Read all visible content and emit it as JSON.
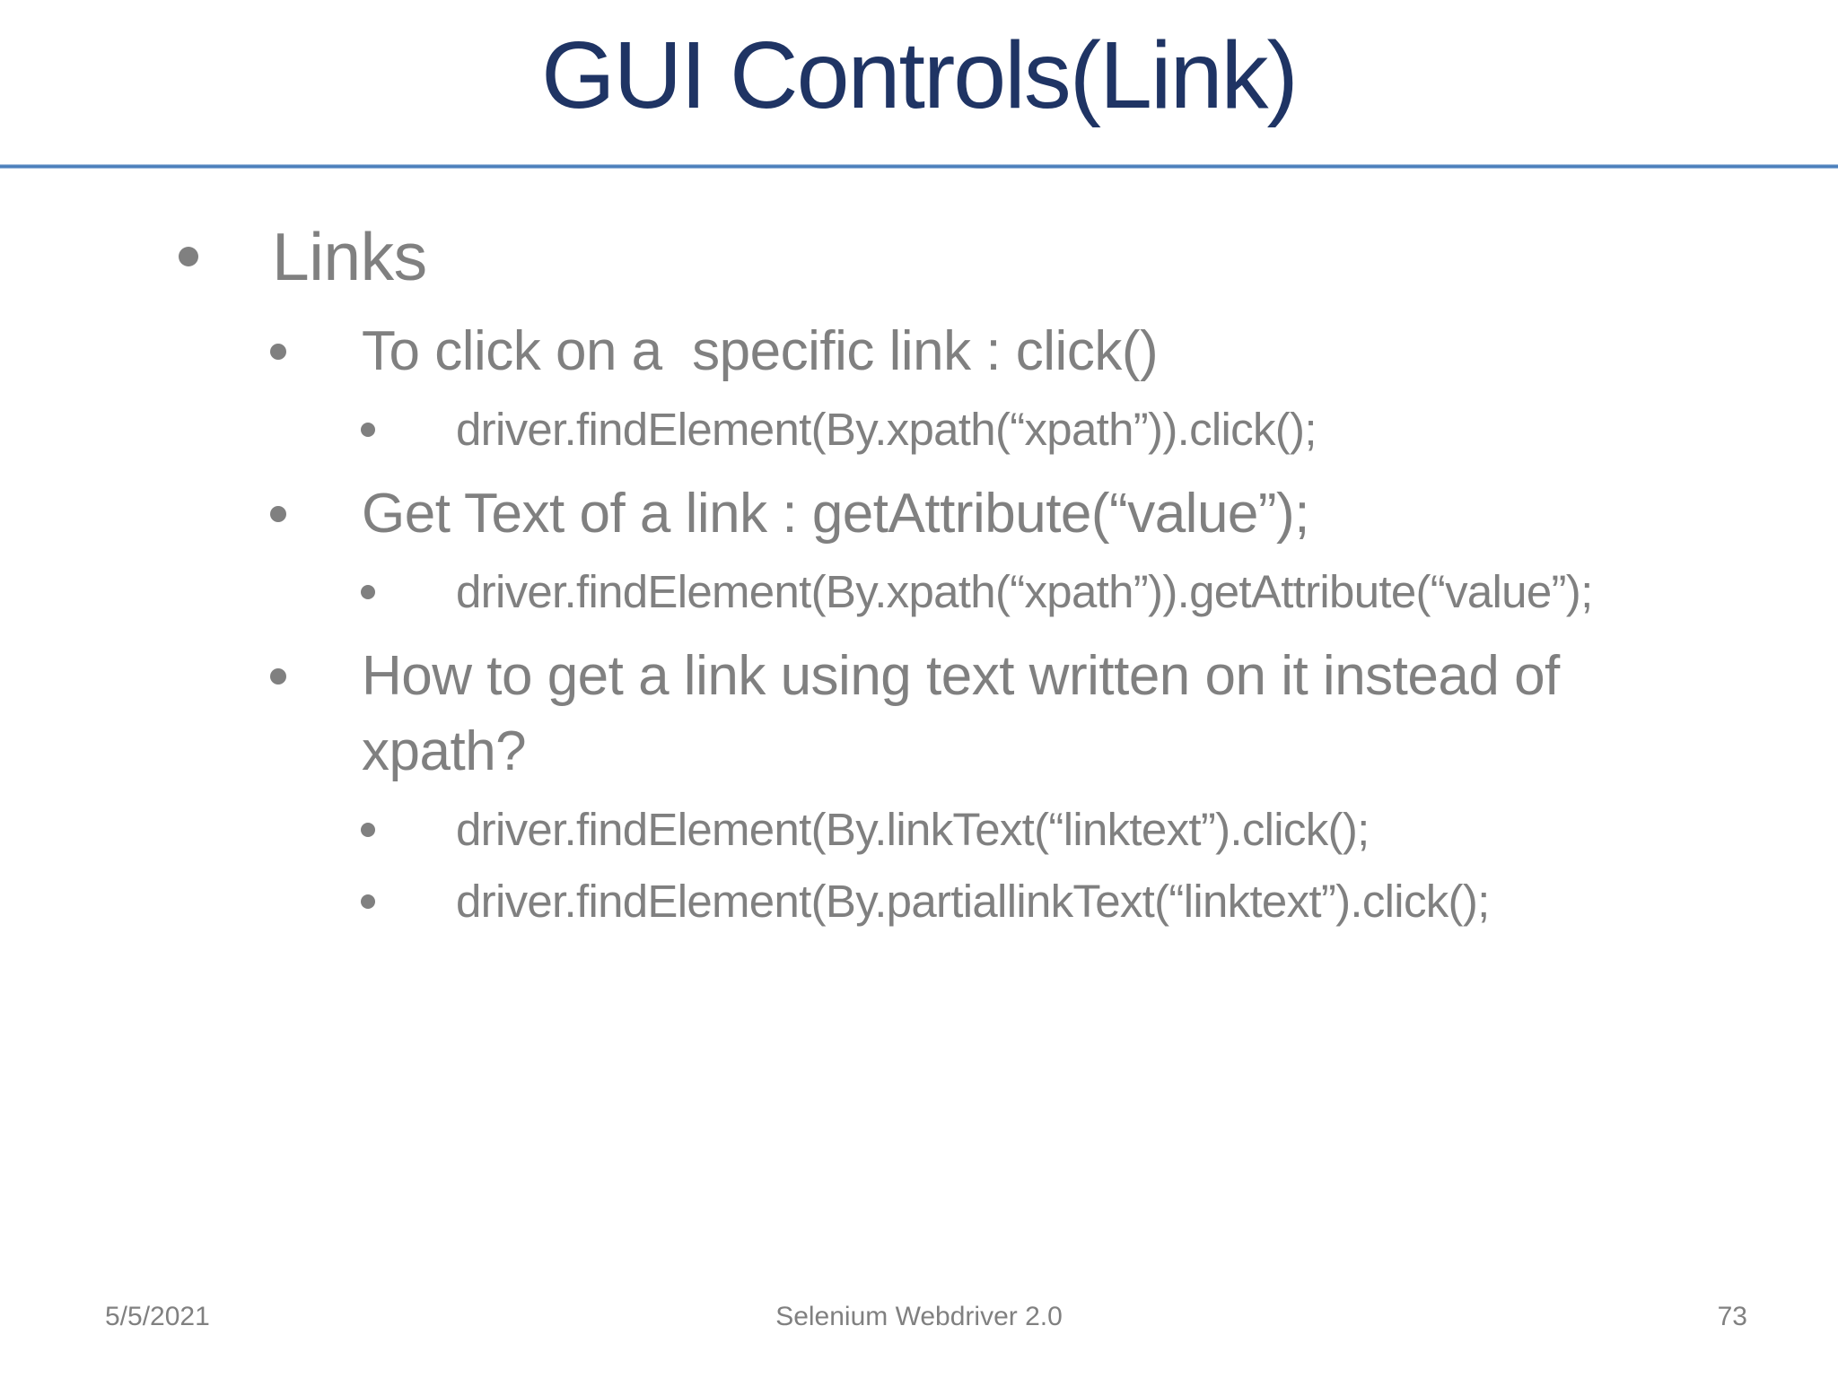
{
  "title": "GUI Controls(Link)",
  "colors": {
    "title_navy": "#1F3464",
    "divider_blue": "#4A7EBB",
    "body_gray": "#808080"
  },
  "content": {
    "rows": [
      {
        "level": 1,
        "text": "Links"
      },
      {
        "level": 2,
        "text": "To click on a  specific link : click()"
      },
      {
        "level": 3,
        "text": "driver.findElement(By.xpath(“xpath”)).click();"
      },
      {
        "level": 2,
        "text": "Get Text of a link : getAttribute(“value”);"
      },
      {
        "level": 3,
        "text": "driver.findElement(By.xpath(“xpath”)).getAttribute(“value”);"
      },
      {
        "level": 2,
        "text": "How to get a link using text written on it instead of\nxpath?"
      },
      {
        "level": 3,
        "text": "driver.findElement(By.linkText(“linktext”).click();"
      },
      {
        "level": 3,
        "text": "driver.findElement(By.partiallinkText(“linktext”).click();"
      }
    ]
  },
  "footer": {
    "date": "5/5/2021",
    "deck_title": "Selenium Webdriver 2.0",
    "page_number": "73"
  }
}
